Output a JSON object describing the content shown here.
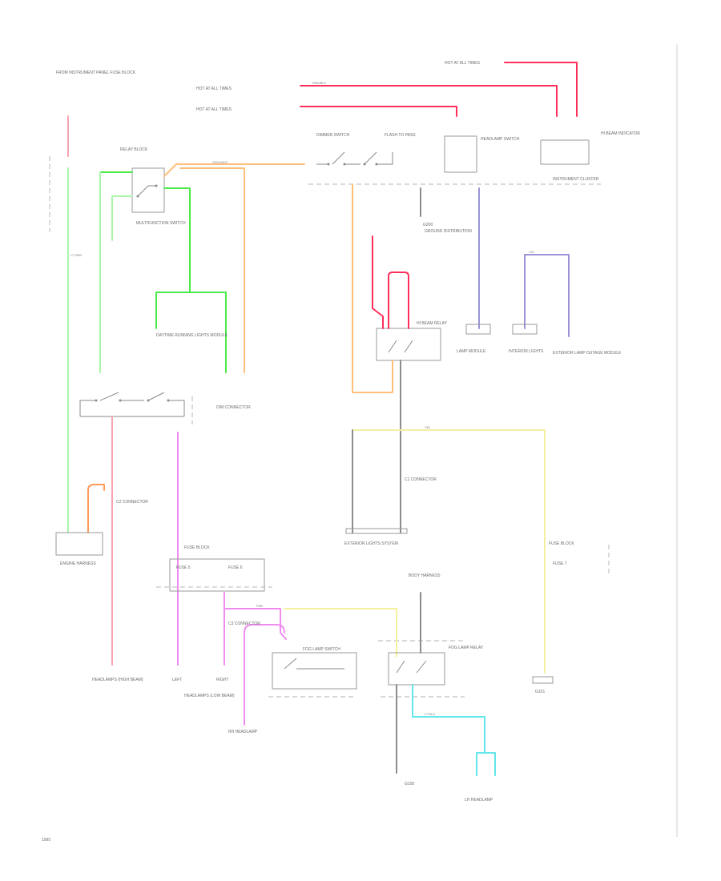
{
  "labels": {
    "left_supply": "FROM INSTRUMENT PANEL FUSE BLOCK",
    "relay_block": "RELAY BLOCK",
    "hot_feed_1": "HOT AT ALL TIMES",
    "hot_feed_2": "HOT AT ALL TIMES",
    "hot_feed_3": "HOT AT ALL TIMES",
    "fusible_link_note": "FUSE BLOCK",
    "headlamp_switch": "HEADLAMP SWITCH",
    "flash_to_pass": "FLASH TO PASS",
    "dimmer_switch": "DIMMER SWITCH",
    "gauge_cluster": "INSTRUMENT CLUSTER",
    "hi_beam_relay": "HI BEAM RELAY",
    "hi_beam_indicator": "HI BEAM INDICATOR",
    "daytime_running_module": "DAYTIME RUNNING LIGHTS MODULE",
    "dim_connector": "DIM CONNECTOR",
    "ground_dist": "GROUND DISTRIBUTION",
    "interior_lights": "INTERIOR LIGHTS",
    "exterior_lights": "EXTERIOR LIGHTS SYSTEM",
    "rh_headlamp": "RH HEADLAMP",
    "lh_headlamp": "LH HEADLAMP",
    "connector_1": "C1 CONNECTOR",
    "connector_2": "C2 CONNECTOR",
    "connector_3": "C3 CONNECTOR",
    "fuse_block_lower": "FUSE BLOCK",
    "fuse_a": "FUSE 5",
    "fuse_b": "FUSE 6",
    "fuse_c": "FUSE 7",
    "left": "LEFT",
    "right": "RIGHT",
    "headlamp_low": "HEADLAMPS (LOW BEAM)",
    "headlamp_high": "HEADLAMPS (HIGH BEAM)",
    "multifunction": "MULTIFUNCTION SWITCH",
    "fog_switch": "FOG LAMP SWITCH",
    "fog_relay": "FOG LAMP RELAY",
    "engine_harness": "ENGINE HARNESS",
    "body_harness": "BODY HARNESS",
    "lamp_module": "LAMP MODULE",
    "exterior_lamp": "EXTERIOR LAMP OUTAGE MODULE",
    "ground_1": "G100",
    "ground_2": "G101",
    "ground_3": "G200",
    "wire_red": "RED/BLK",
    "wire_org": "ORG/WHT",
    "wire_grn": "LT GRN",
    "wire_yel": "YEL",
    "wire_pnk": "PNK",
    "wire_blu": "LT BLU",
    "wire_vio": "VIO",
    "page_ref": "1995"
  },
  "colors": {
    "red": "#ff2e5b",
    "pink_light": "#f5a3b3",
    "orange": "#ffbf7a",
    "green": "#4bea4b",
    "green_light": "#a8f5a8",
    "yellow": "#f5f0a0",
    "magenta": "#f08cf0",
    "cyan": "#62e6ea",
    "violet": "#9a94d6",
    "gray": "#8c8c8c"
  }
}
